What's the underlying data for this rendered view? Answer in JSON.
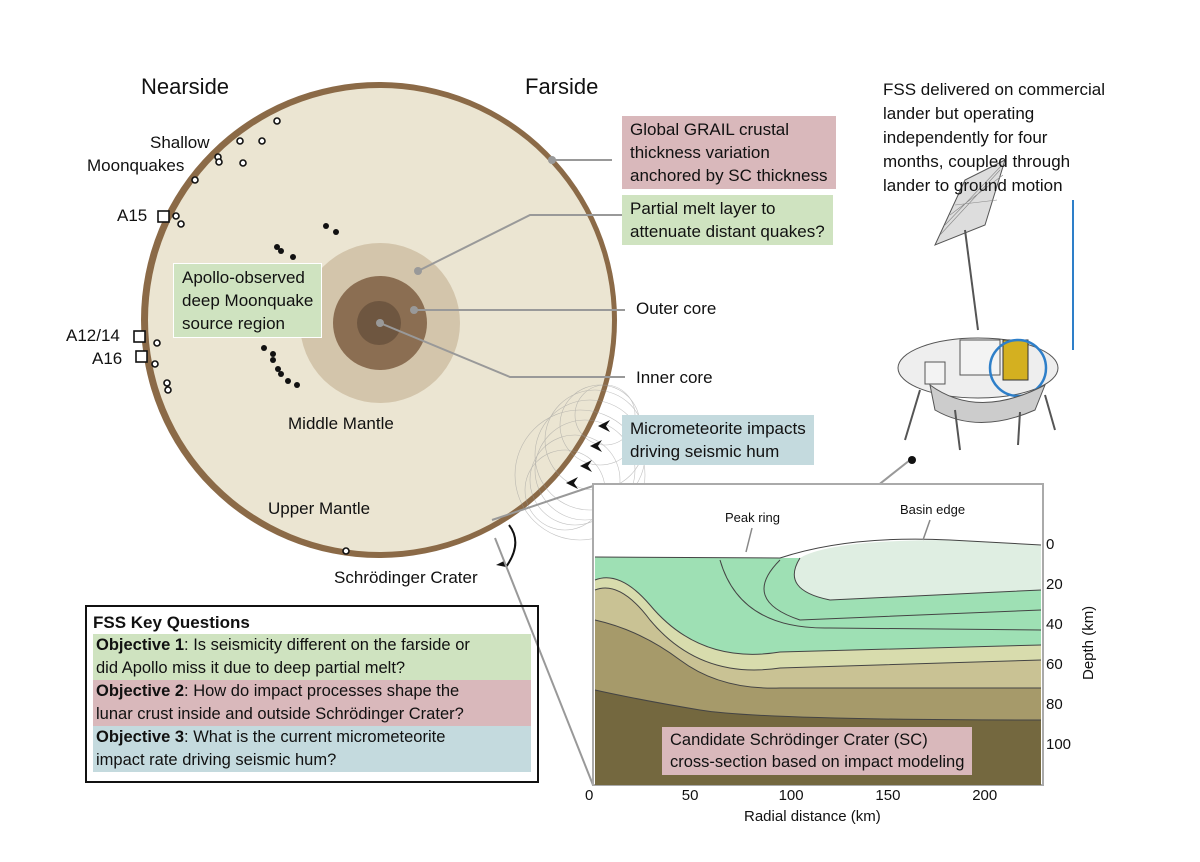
{
  "moon": {
    "nearside": "Nearside",
    "farside": "Farside",
    "shallow_moonquakes": [
      "Shallow",
      "Moonquakes"
    ],
    "stations": [
      "A15",
      "A12/14",
      "A16"
    ],
    "deep_source": [
      "Apollo-observed",
      "deep Moonquake",
      "source region"
    ],
    "middle_mantle": "Middle Mantle",
    "upper_mantle": "Upper Mantle",
    "crater": "Schrödinger Crater",
    "colors": {
      "crust": "#8b6a47",
      "mantle": "#ebe5d2",
      "melt": "#d3c5ab",
      "outer_core": "#8b6e52",
      "inner_core": "#6e5640"
    }
  },
  "callouts": {
    "grail": [
      "Global GRAIL crustal",
      "thickness variation",
      "anchored by SC thickness"
    ],
    "melt": [
      "Partial melt layer to",
      "attenuate distant quakes?"
    ],
    "outer_core": "Outer core",
    "inner_core": "Inner core",
    "hum": [
      "Micrometeorite impacts",
      "driving seismic hum"
    ]
  },
  "lander": {
    "caption": [
      "FSS delivered on commercial",
      "lander but operating",
      "independently for four",
      "months, coupled through",
      "lander to ground motion"
    ]
  },
  "fss_questions": {
    "title": "FSS Key Questions",
    "objectives": [
      {
        "label": "Objective 1",
        "text": ": Is seismicity different on the farside or",
        "text2": "did Apollo miss it due to deep partial melt?",
        "color": "#cfe3c0"
      },
      {
        "label": "Objective 2",
        "text": ": How do impact processes shape the",
        "text2": "lunar crust inside and outside Schrödinger Crater?",
        "color": "#d9b8bb"
      },
      {
        "label": "Objective 3",
        "text": ": What is the current micrometeorite",
        "text2": "impact rate driving seismic hum?",
        "color": "#c4dade"
      }
    ]
  },
  "cross_section": {
    "peak_ring": "Peak ring",
    "basin_edge": "Basin edge",
    "caption": [
      "Candidate Schrödinger Crater (SC)",
      "cross-section based on impact modeling"
    ],
    "xlabel": "Radial distance (km)",
    "ylabel": "Depth (km)",
    "x_ticks": [
      "0",
      "50",
      "100",
      "150",
      "200"
    ],
    "y_ticks": [
      "0",
      "20",
      "40",
      "60",
      "80",
      "100"
    ]
  }
}
